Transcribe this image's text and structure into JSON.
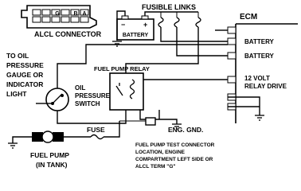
{
  "labels": {
    "alcl_connector": "ALCL CONNECTOR",
    "connector_pins": {
      "g": "G",
      "b": "B",
      "a": "A"
    },
    "fusible_links": "FUSIBLE LINKS",
    "battery": "BATTERY",
    "battery_minus": "−",
    "battery_plus": "+",
    "ecm": "ECM",
    "ecm_battery_1": "BATTERY",
    "ecm_battery_2": "BATTERY",
    "ecm_relay_drive_1": "12 VOLT",
    "ecm_relay_drive_2": "RELAY DRIVE",
    "oil_gauge": [
      "TO OIL",
      "PRESSURE",
      "GAUGE OR",
      "INDICATOR",
      "LIGHT"
    ],
    "oil_switch": [
      "OIL",
      "PRESSURE",
      "SWITCH"
    ],
    "fuel_pump_relay": "FUEL PUMP RELAY",
    "fuse": "FUSE",
    "eng_gnd": "ENG. GND.",
    "fuel_pump": [
      "FUEL PUMP",
      "(IN TANK)"
    ],
    "test_connector": [
      "FUEL PUMP TEST CONNECTOR",
      "LOCATION, ENGINE",
      "COMPARTMENT LEFT SIDE OR",
      "ALCL TERM \"G\""
    ]
  },
  "colors": {
    "line": "#000000",
    "background": "#ffffff"
  }
}
